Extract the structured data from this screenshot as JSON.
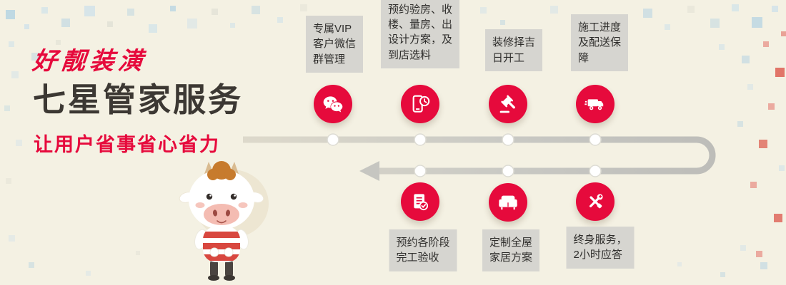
{
  "header": {
    "brand": "好靓装潢",
    "title": "七星管家服务",
    "subtitle": "让用户省事省心省力"
  },
  "steps": {
    "top": [
      {
        "label": "专属VIP\n客户微信\n群管理",
        "icon": "wechat"
      },
      {
        "label": "预约验房、收\n楼、量房、出\n设计方案，及\n到店选料",
        "icon": "phone-clock"
      },
      {
        "label": "装修择吉\n日开工",
        "icon": "gavel"
      },
      {
        "label": "施工进度\n及配送保\n障",
        "icon": "delivery-truck"
      }
    ],
    "bottom": [
      {
        "label": "预约各阶段\n完工验收",
        "icon": "checklist"
      },
      {
        "label": "定制全屋\n家居方案",
        "icon": "sofa"
      },
      {
        "label": "终身服务，\n2小时应答",
        "icon": "tools"
      }
    ]
  },
  "colors": {
    "accent_red": "#e60a3c",
    "background": "#f4f1e3",
    "label_bg": "#d6d5d0",
    "title_dark": "#3c3833",
    "timeline_gray": "#c6c6c0"
  }
}
